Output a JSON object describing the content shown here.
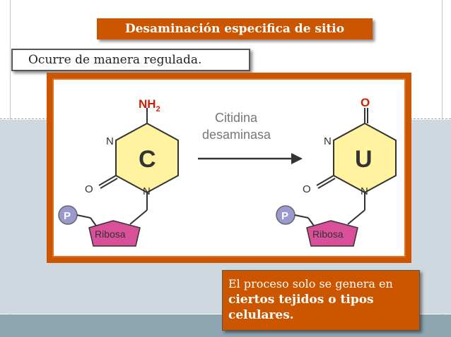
{
  "title": "Desaminación especifica de sitio",
  "subtitle": "Ocurre de manera regulada.",
  "diagram": {
    "left_nh2": "NH",
    "left_nh2_sub": "2",
    "left_base": "C",
    "left_n_top": "N",
    "left_n_bottom": "N",
    "left_o": "O",
    "left_p": "P",
    "left_sugar": "Ribosa",
    "enzyme_line1": "Citidina",
    "enzyme_line2": "desaminasa",
    "right_o_top": "O",
    "right_base": "U",
    "right_n_top": "N",
    "right_n_bottom": "N",
    "right_o": "O",
    "right_p": "P",
    "right_sugar": "Ribosa"
  },
  "note": {
    "normal": "El proceso solo se genera en",
    "bold": "ciertos tejidos o tipos celulares."
  },
  "colors": {
    "accent": "#cc5500",
    "band": "#cfd8de",
    "footer": "#8ea6b0",
    "base_fill": "#fff3a0",
    "sugar_fill": "#d94f9a",
    "phosphate_fill": "#9a9ad0",
    "label_red": "#cc2200"
  }
}
